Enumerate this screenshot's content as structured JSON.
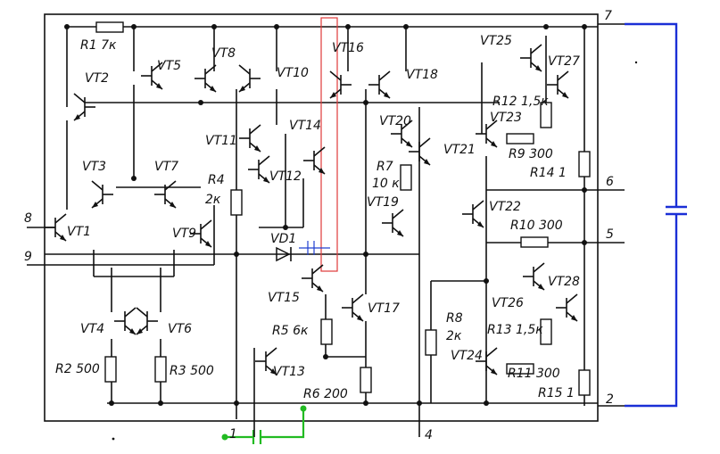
{
  "colors": {
    "ink": "#111111",
    "ext_wire": "#1a2fd6",
    "aux_wire": "#22bb22",
    "highlight": "#e03a3a"
  },
  "transistors": [
    "VT1",
    "VT2",
    "VT3",
    "VT4",
    "VT5",
    "VT6",
    "VT7",
    "VT8",
    "VT9",
    "VT10",
    "VT11",
    "VT12",
    "VT13",
    "VT14",
    "VT15",
    "VT16",
    "VT17",
    "VT18",
    "VT19",
    "VT20",
    "VT21",
    "VT22",
    "VT23",
    "VT24",
    "VT25",
    "VT26",
    "VT27",
    "VT28"
  ],
  "diodes": [
    "VD1"
  ],
  "resistors": {
    "R1": "R1 7к",
    "R2": "R2 500",
    "R3": "R3 500",
    "R4_name": "R4",
    "R4_val": "2к",
    "R5": "R5 6к",
    "R6": "R6 200",
    "R7_name": "R7",
    "R7_val": "10 к",
    "R8_name": "R8",
    "R8_val": "2к",
    "R9": "R9 300",
    "R10": "R10 300",
    "R11": "R11 300",
    "R12": "R12 1,5к",
    "R13": "R13 1,5к",
    "R14": "R14 1",
    "R15": "R15 1"
  },
  "pins": {
    "p1": "1",
    "p2": "2",
    "p4": "4",
    "p5": "5",
    "p6": "6",
    "p7": "7",
    "p8": "8",
    "p9": "9"
  }
}
